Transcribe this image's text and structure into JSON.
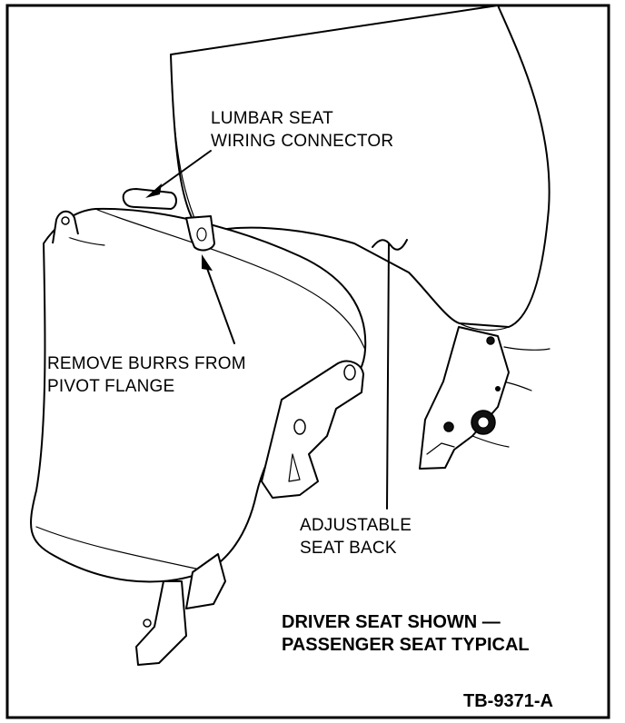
{
  "callouts": {
    "lumbar_line1": "LUMBAR SEAT",
    "lumbar_line2": "WIRING CONNECTOR",
    "burrs_line1": "REMOVE BURRS FROM",
    "burrs_line2": "PIVOT FLANGE",
    "adjustable_line1": "ADJUSTABLE",
    "adjustable_line2": "SEAT BACK"
  },
  "caption": {
    "line1": "DRIVER SEAT SHOWN —",
    "line2": "PASSENGER SEAT TYPICAL"
  },
  "figure_id": "TB-9371-A"
}
